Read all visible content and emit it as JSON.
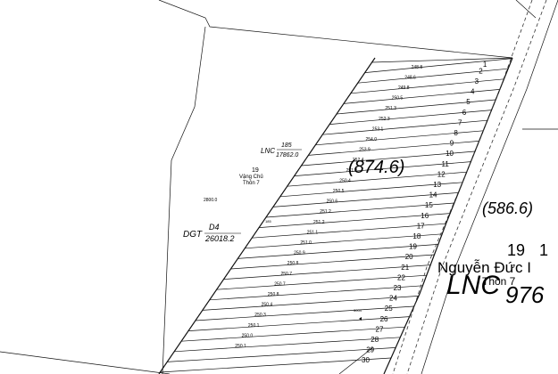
{
  "parcel_main": {
    "class": "LNC",
    "no": "185",
    "area": "17862.0"
  },
  "owner_main": {
    "line1": "19",
    "line2": "Vậng Chủ",
    "line3": "Thôn 7"
  },
  "road_parcel": {
    "class": "DGT",
    "no": "D4",
    "area": "26018.2"
  },
  "elevation_mark": "2800.0",
  "small_mark": "185",
  "big_label_center": "(874.6)",
  "big_label_right": "(586.6)",
  "right_cluster": {
    "no": "19",
    "no_suffix": "1",
    "name": "Nguyễn Đức I",
    "village": "Thôn 7",
    "lnc": "LNC",
    "value": "976"
  },
  "road_mark": "3004",
  "lot_numbers": [
    "1",
    "2",
    "3",
    "4",
    "5",
    "6",
    "7",
    "8",
    "9",
    "10",
    "11",
    "12",
    "13",
    "14",
    "15",
    "16",
    "17",
    "18",
    "19",
    "20",
    "21",
    "22",
    "23",
    "24",
    "25",
    "26",
    "27",
    "28",
    "29",
    "30"
  ],
  "lot_elevations": [
    "248.8",
    "248.6",
    "249.8",
    "250.5",
    "251.3",
    "252.3",
    "253.1",
    "254.0",
    "253.9",
    "252.4",
    "251.2",
    "250.4",
    "250.5",
    "250.6",
    "251.2",
    "251.2",
    "251.1",
    "251.0",
    "250.9",
    "250.8",
    "250.7",
    "250.7",
    "250.8",
    "250.4",
    "250.3",
    "250.1",
    "250.0",
    "250.1"
  ]
}
